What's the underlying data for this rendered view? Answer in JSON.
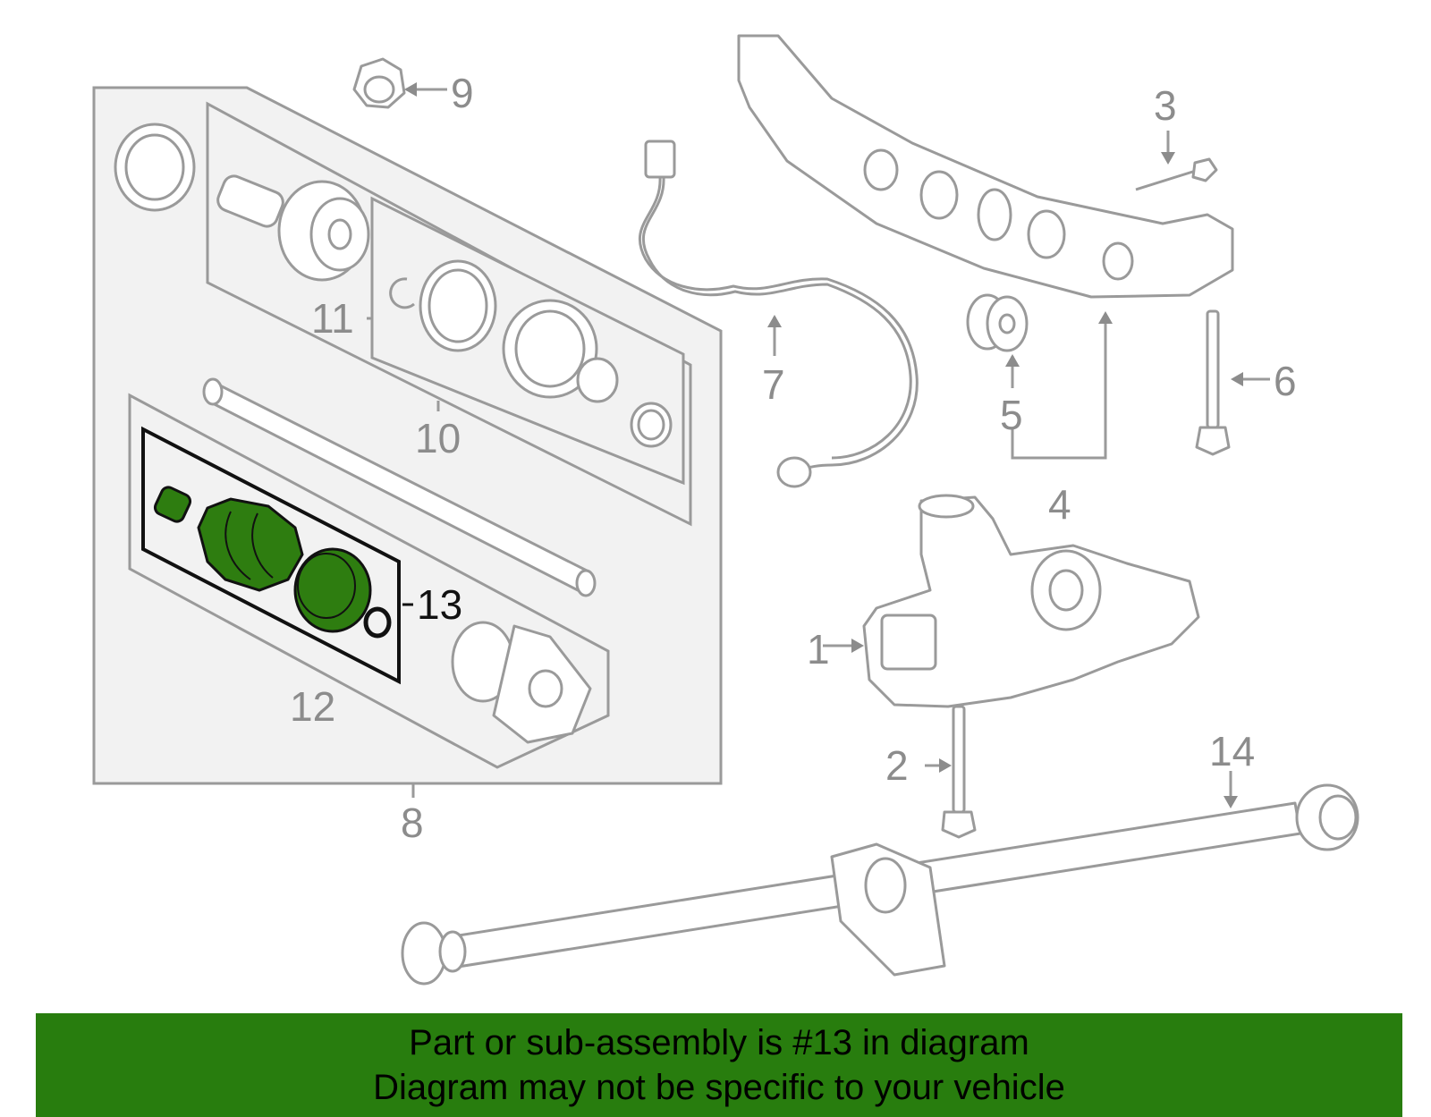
{
  "callouts": {
    "c1": "1",
    "c2": "2",
    "c3": "3",
    "c4": "4",
    "c5": "5",
    "c6": "6",
    "c7": "7",
    "c8": "8",
    "c9": "9",
    "c10": "10",
    "c11": "11",
    "c12": "12",
    "c13": "13",
    "c14": "14"
  },
  "highlighted_part": "13",
  "colors": {
    "highlight": "#2e7d10",
    "banner": "#287d0e",
    "linework": "#9a9a9a"
  },
  "banner": {
    "line1": "Part or sub-assembly is #13 in diagram",
    "line2": "Diagram may not be specific to your vehicle"
  }
}
